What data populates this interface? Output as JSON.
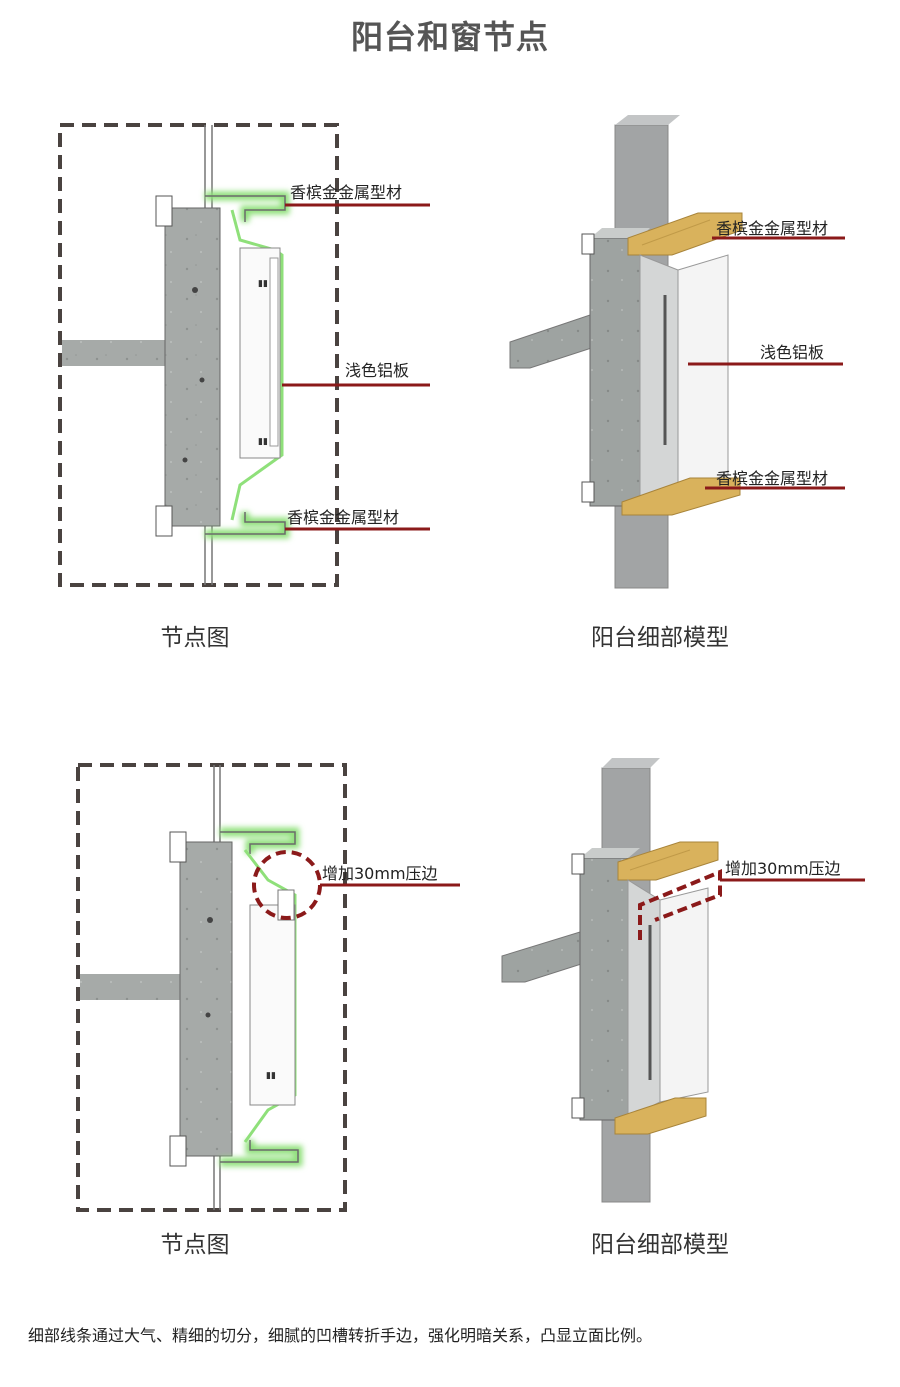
{
  "page_title": "阳台和窗节点",
  "panels": [
    {
      "caption": "节点图",
      "labels": [
        "香槟金金属型材",
        "浅色铝板",
        "香槟金金属型材"
      ]
    },
    {
      "caption": "阳台细部模型",
      "labels": [
        "香槟金金属型材",
        "浅色铝板",
        "香槟金金属型材"
      ]
    },
    {
      "caption": "节点图",
      "labels": [
        "增加30mm压边"
      ]
    },
    {
      "caption": "阳台细部模型",
      "labels": [
        "增加30mm压边"
      ]
    }
  ],
  "footer_text": "细部线条通过大气、精细的切分，细腻的凹槽转折手边，强化明暗关系，凸显立面比例。",
  "colors": {
    "leader_line": "#8b1a1a",
    "highlight_green": "#8fe07a",
    "concrete": "#a9adab",
    "gold": "#d9b25c",
    "dash_box": "#4a4340"
  }
}
